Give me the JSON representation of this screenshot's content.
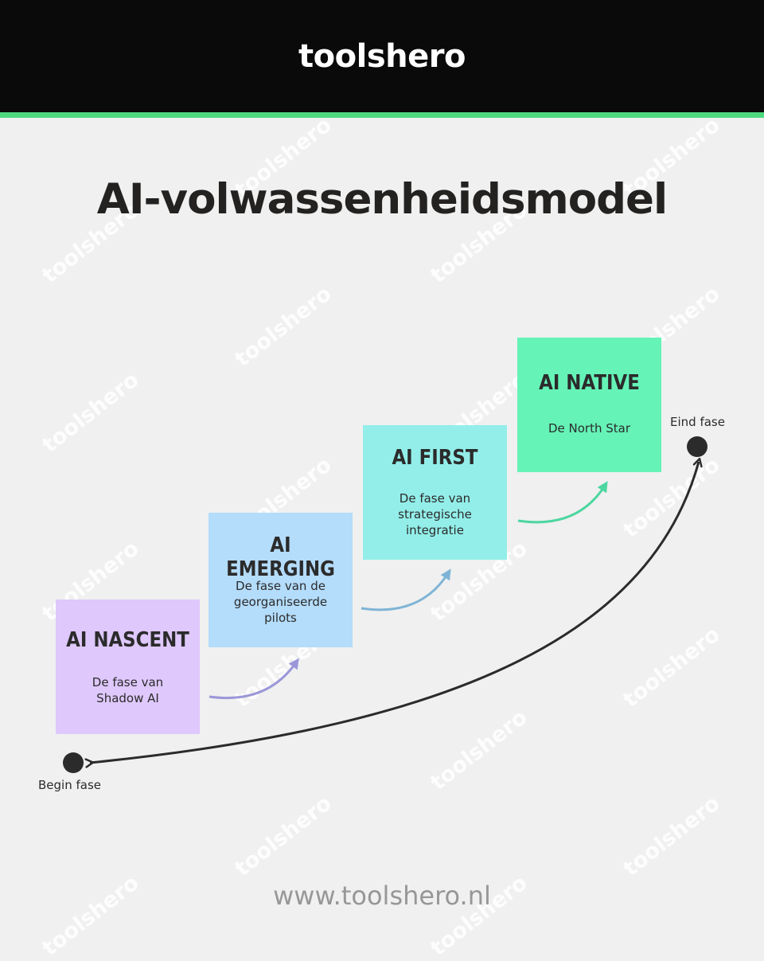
{
  "header": {
    "brand": "toolshero",
    "stripe_color": "#4fd97f"
  },
  "watermark_text": "toolshero",
  "title": "AI-volwassenheidsmodel",
  "stages": [
    {
      "name": "AI NASCENT",
      "description": "De fase van\nShadow AI",
      "color": "#dfc8fc",
      "arrow_color": "#9b97d8"
    },
    {
      "name": "AI EMERGING",
      "description": "De fase van de\ngeorganiseerde\npilots",
      "color": "#b4dcfb",
      "arrow_color": "#7fb4d6"
    },
    {
      "name": "AI FIRST",
      "description": "De fase van\nstrategische\nintegratie",
      "color": "#93eee9",
      "arrow_color": "#4cd6a0"
    },
    {
      "name": "AI NATIVE",
      "description": "De North Star",
      "color": "#65f3b7"
    }
  ],
  "begin_label": "Begin fase",
  "end_label": "Eind fase",
  "footer": {
    "url": "www.toolshero.nl"
  }
}
